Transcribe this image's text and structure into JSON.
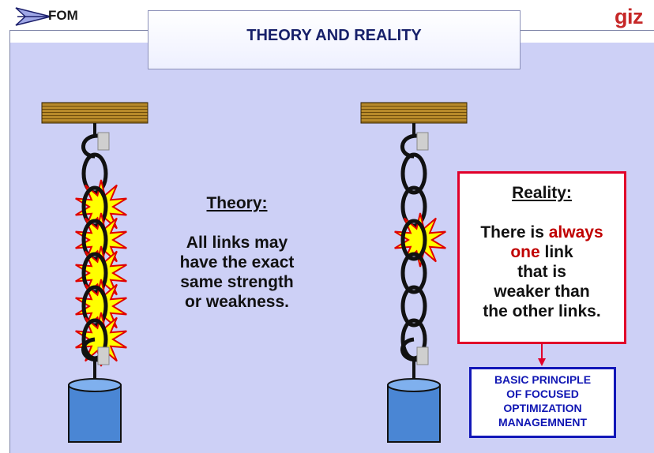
{
  "header": {
    "logo_left": "FOM",
    "logo_right": "giz",
    "title": "THEORY AND REALITY"
  },
  "theory": {
    "heading": "Theory:",
    "line1": "All links may",
    "line2": "have the exact",
    "line3": "same strength",
    "line4": "or weakness."
  },
  "reality": {
    "heading": "Reality:",
    "line1_a": "There is ",
    "line1_b": "always",
    "line2_a": "one",
    "line2_b": " link",
    "line3": "that is",
    "line4": "weaker than",
    "line5": "the other links."
  },
  "principle": {
    "line1": "BASIC PRINCIPLE",
    "line2": "OF FOCUSED",
    "line3": "OPTIMIZATION",
    "line4": "MANAGEMNENT"
  },
  "colors": {
    "background": "#cdd0f6",
    "title_text": "#17206a",
    "reality_border": "#e1002a",
    "principle_border": "#1217b8",
    "emphasis_red": "#c00000",
    "bucket_blue": "#4a86d4",
    "burst_yellow": "#ffff00",
    "burst_red": "#e00000"
  },
  "chains": {
    "theory_weak_links": [
      1,
      2,
      3,
      4,
      5
    ],
    "reality_weak_links": [
      2
    ]
  }
}
